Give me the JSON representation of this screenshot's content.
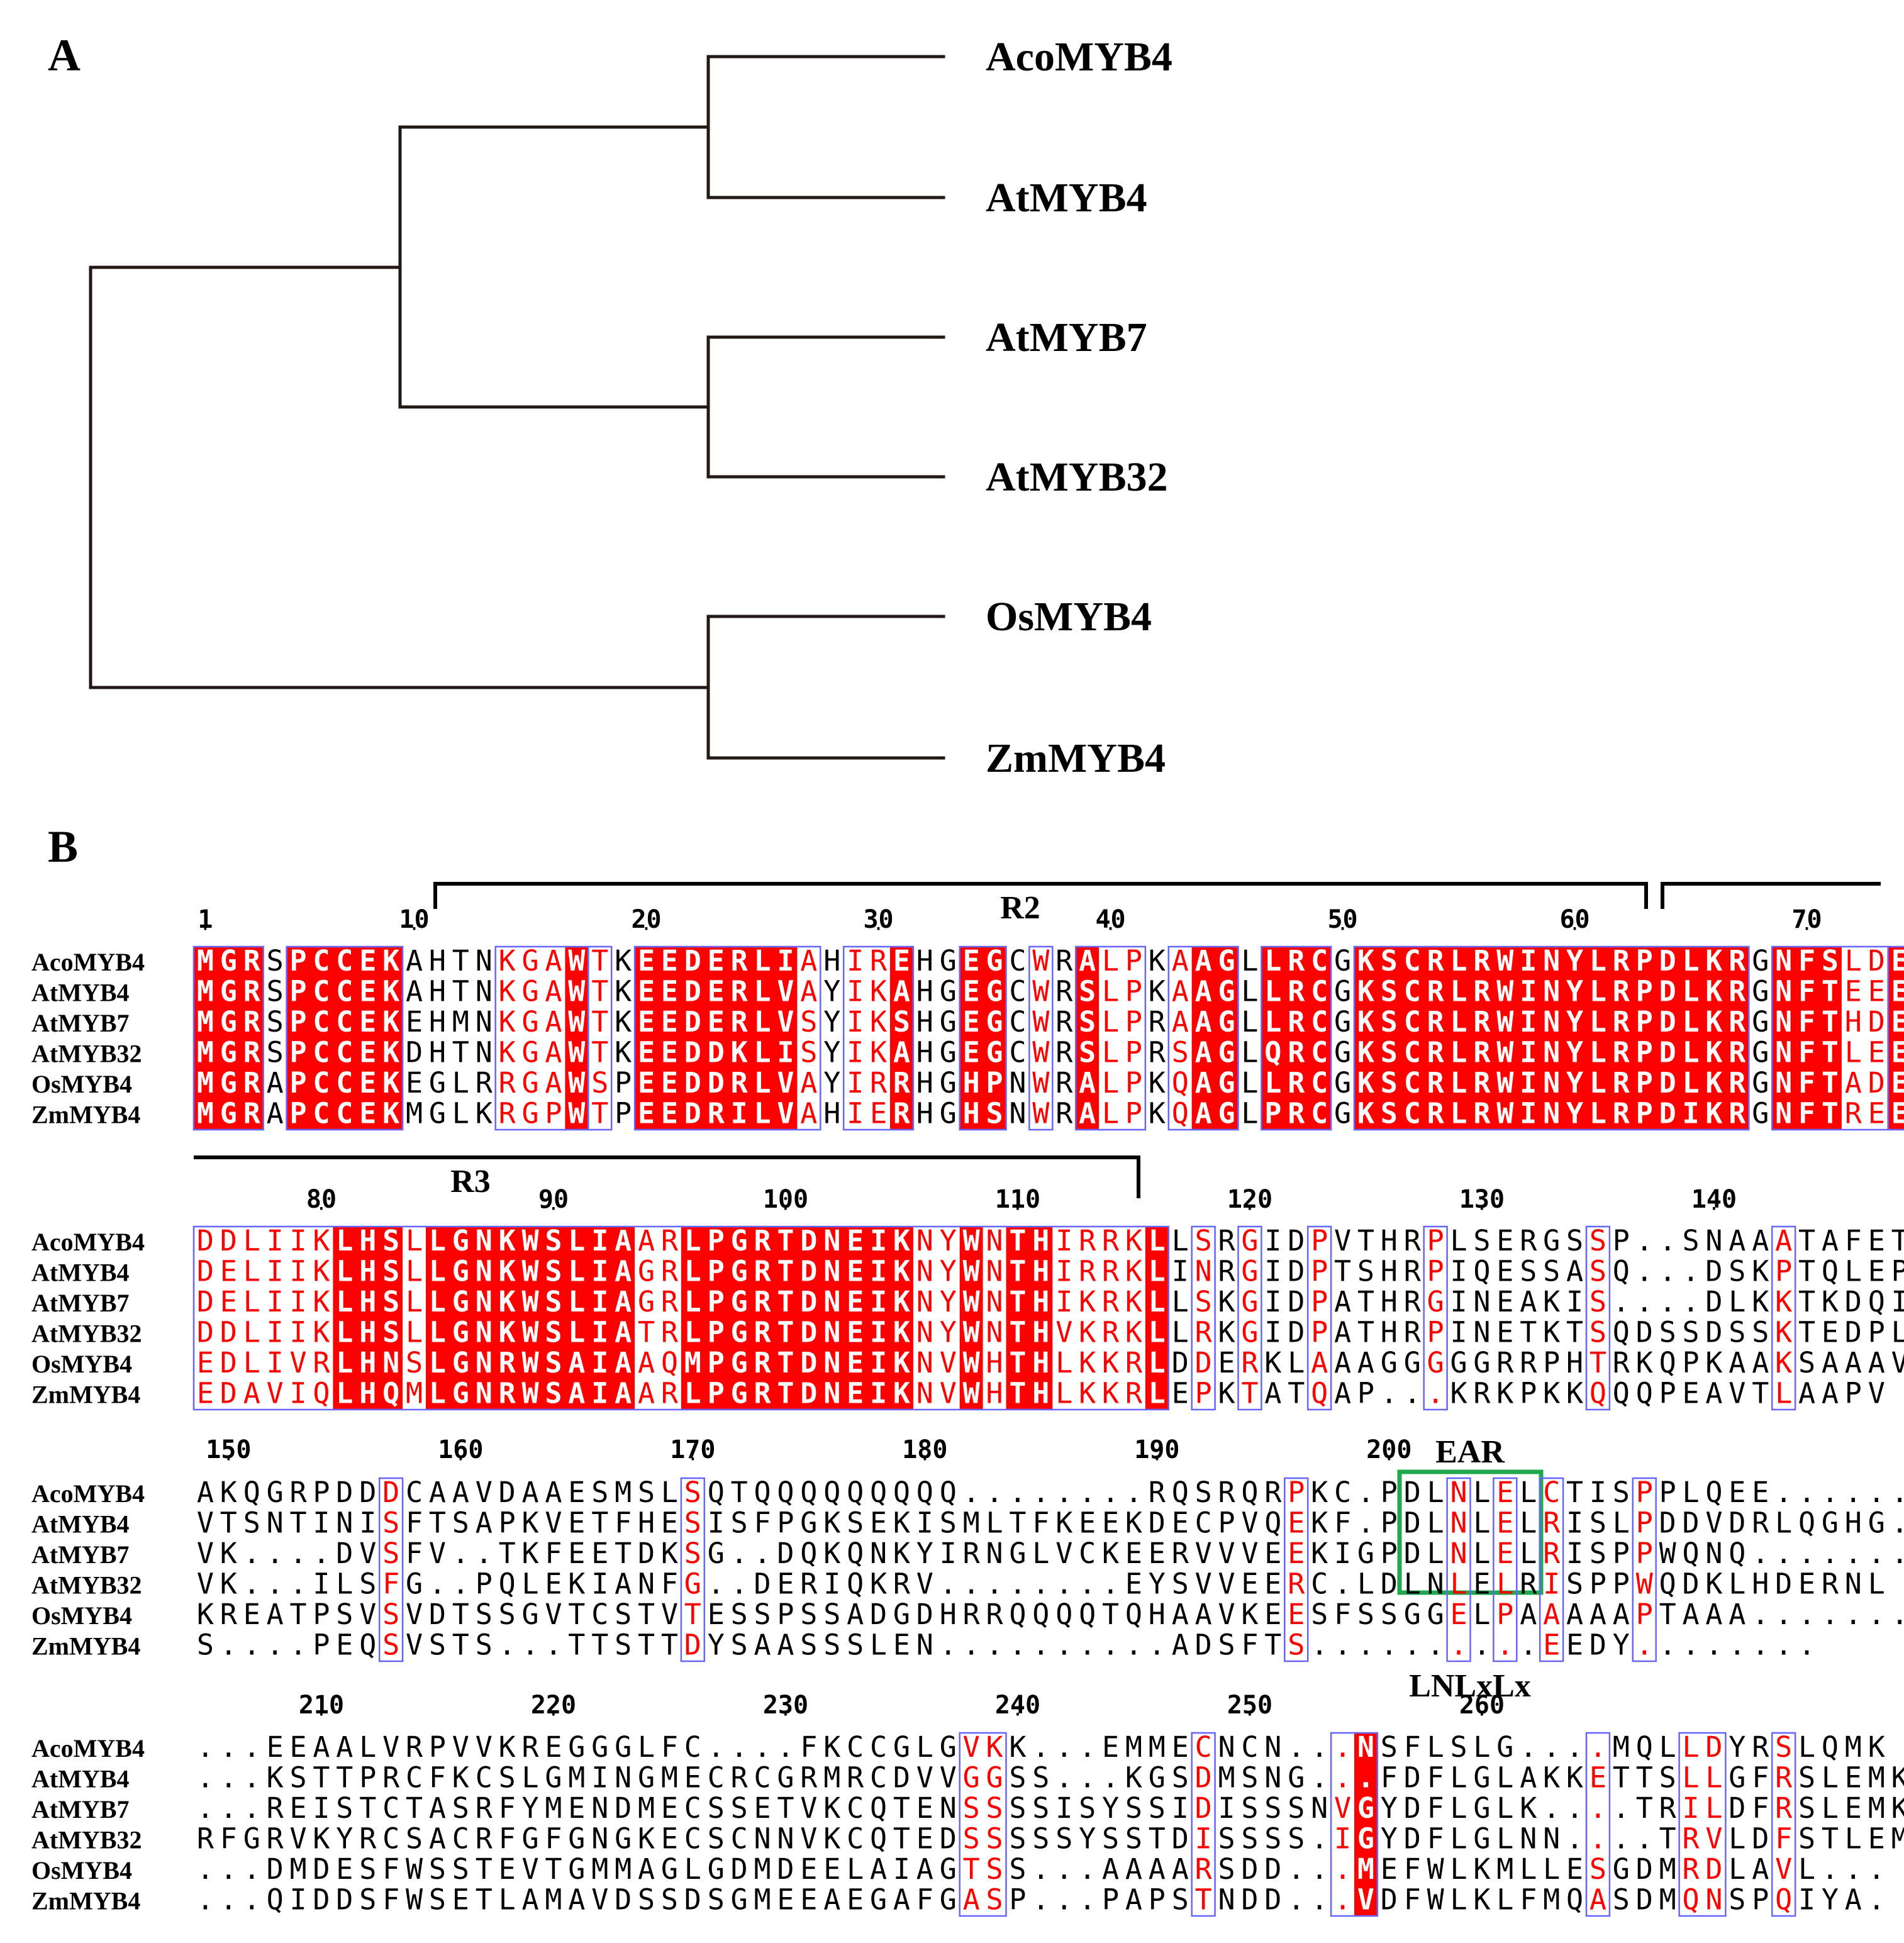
{
  "panel_a": {
    "label": "A",
    "tree_style": {
      "line_color": "#231815"
    },
    "leaves": [
      "AcoMYB4",
      "AtMYB4",
      "AtMYB7",
      "AtMYB32",
      "OsMYB4",
      "ZmMYB4"
    ]
  },
  "panel_b": {
    "label": "B",
    "colors": {
      "identical_bg": "#ff0000",
      "identical_fg": "#ffffff",
      "similar_fg": "#ff0000",
      "box": "#6666ff",
      "normal_fg": "#000000",
      "ear_box": "#1fa84e",
      "domain_bracket": "#000000"
    },
    "names": [
      "AcoMYB4",
      "AtMYB4",
      "AtMYB7",
      "AtMYB32",
      "OsMYB4",
      "ZmMYB4"
    ],
    "domains": [
      {
        "label": "R2"
      },
      {
        "label": "R3"
      }
    ],
    "ear": {
      "label": "EAR",
      "motif": "LNLxLx"
    },
    "blocks": [
      {
        "numbers": [
          {
            "n": "1",
            "col": 0
          },
          {
            "n": "10",
            "col": 9
          },
          {
            "n": "20",
            "col": 19
          },
          {
            "n": "30",
            "col": 29
          },
          {
            "n": "40",
            "col": 39
          },
          {
            "n": "50",
            "col": 49
          },
          {
            "n": "60",
            "col": 59
          },
          {
            "n": "70",
            "col": 69
          }
        ],
        "rows": [
          "MGRSPCCEKAHTNKGAWTKEEDERLIAHIREHGEGCWRALPKAAGLLRCGKSCRLRWINYLRPDLKRGNFSLDE",
          "MGRSPCCEKAHTNKGAWTKEEDERLVAYIKAHGEGCWRSLPKAAGLLRCGKSCRLRWINYLRPDLKRGNFTEEE",
          "MGRSPCCEKEHMNKGAWTKEEDERLVSYIKSHGEGCWRSLPRAAGLLRCGKSCRLRWINYLRPDLKRGNFTHDE",
          "MGRSPCCEKDHTNKGAWTKEEDDKLISYIKAHGEGCWRSLPRSAGLQRCGKSCRLRWINYLRPDLKRGNFTLEE",
          "MGRAPCCEKEGLRRGAWSPEEDDRLVAYIRRHGHPNWRALPKQAGLLRCGKSCRLRWINYLRPDLKRGNFTADE",
          "MGRAPCCEKMGLKRGPWTPEEDRILVAHIERHGHSNWRALPKQAGLPRCGKSCRLRWINYLRPDIKRGNFTREE"
        ],
        "red": "000000000011111111111111111111111111111111111111111111111111111111111111111111",
        "boxed": "000000000000000000000000000000000000000000000000000000000000000000000000000000",
        "tint": "000000000000000000000000000000000000000000000000000000000000000000000000000000"
      },
      {
        "numbers": [
          {
            "n": "80",
            "col": 5
          },
          {
            "n": "90",
            "col": 15
          },
          {
            "n": "100",
            "col": 25
          },
          {
            "n": "110",
            "col": 35
          },
          {
            "n": "120",
            "col": 45
          },
          {
            "n": "130",
            "col": 55
          },
          {
            "n": "140",
            "col": 65
          }
        ],
        "rows": [
          "DDLIIKLHSLLGNKWSLIAARLPGRTDNEIKNYWNTHIRRKLLSRGIDPVTHRPLSERGSSP..SNAAATAFET",
          "DELIIKLHSLLGNKWSLIAGRLPGRTDNEIKNYWNTHIRRKLINRGIDPTSHRPIQESSASQ...DSKPTQLEP",
          "DELIIKLHSLLGNKWSLIAGRLPGRTDNEIKNYWNTHIKRKLLSKGIDPATHRGINEAKIS....DLKKTKDQI",
          "DDLIIKLHSLLGNKWSLIATRLPGRTDNEIKNYWNTHVKRKLLRKGIDPATHRPINETKTSQDSSDSSKTEDPL",
          "EDLIVRLHNSLGNRWSAIAAQMPGRTDNEIKNVWHTHLKKRLDDERKLAAAGGGGGRRPHTRKQPKAAKSAAAV",
          "EDAVIQLHQMLGNRWSAIAARLPGRTDNEIKNVWHTHLKKRLEPKTATQAP...KRKPKKQQQPEAVTLAAPV"
        ]
      },
      {
        "numbers": [
          {
            "n": "150",
            "col": 1
          },
          {
            "n": "160",
            "col": 11
          },
          {
            "n": "170",
            "col": 21
          },
          {
            "n": "180",
            "col": 31
          },
          {
            "n": "190",
            "col": 41
          },
          {
            "n": "200",
            "col": 51
          }
        ],
        "rows": [
          "AKQGRPDDDCAAVDAAESMSLSQTQQQQQQQQQ........RQSRQRPKC.PDLNLELCTISPPLQEE.......",
          "VTSNTINISFTSAPKVETFHESISFPGKSEKISMLTFKEEKDECPVQEKF.PDLNLELRISLPDDVDRLQGHG.",
          "VK....DVSFV..TKFEETDKSG..DQKQNKYIRNGLVCKEERVVVEEKIGPDLNLELRISPPWQNQ.......",
          "VK...ILSFG..PQLEKIANFG..DERIQKRV........EYSVVEERC.LDLNLELRISPPWQDKLHDERNL",
          "KREATPSVSVDTSSGVTCSTVTESSPSSADGDHRRQQQQTQHAAVKEESFSSGGELPAAAAAPTAAA.......",
          "S....PEQSVSTS...TTSTTDYSAASSSLEN..........ADSFTS..........EEDY........"
        ]
      },
      {
        "numbers": [
          {
            "n": "210",
            "col": 5
          },
          {
            "n": "220",
            "col": 15
          },
          {
            "n": "230",
            "col": 25
          },
          {
            "n": "240",
            "col": 35
          },
          {
            "n": "250",
            "col": 45
          },
          {
            "n": "260",
            "col": 55
          }
        ],
        "rows": [
          "...EEAALVRPVVKREGGGLFC....FKCCGLGVKK...EMMECNCN...NSFLSLG....MQLLDYRSLQMK",
          "...KSTTPRCFKCSLGMINGMECRCGRMRCDVVGGSS...KGSDMSNG...FDFLGLAKKETTSLLGFRSLEMK",
          "...REISTCTASRFYMENDMECSSETVKCQTENSSSSISYSSIDISSSNVGYDFLGLK....TRILDFRSLEMK",
          "RFGRVKYRCSACRFGFGNGKECSCNNVKCQTEDSSSSSYSSTDISSSS.IGYDFLGLNN....TRVLDFSTLEMK",
          "...DMDESFWSSTEVTGMMAGLGDMDEELAIAGTSS...AAAARSDD...MEFWLKMLLESGDMRDLAVL...",
          "...QIDDSFWSETLAMAVDSSDSGMEEAEGAFGASP...PAPSTNDD...VDFWLKLFMQASDMQNSPQIYA."
        ]
      }
    ]
  }
}
